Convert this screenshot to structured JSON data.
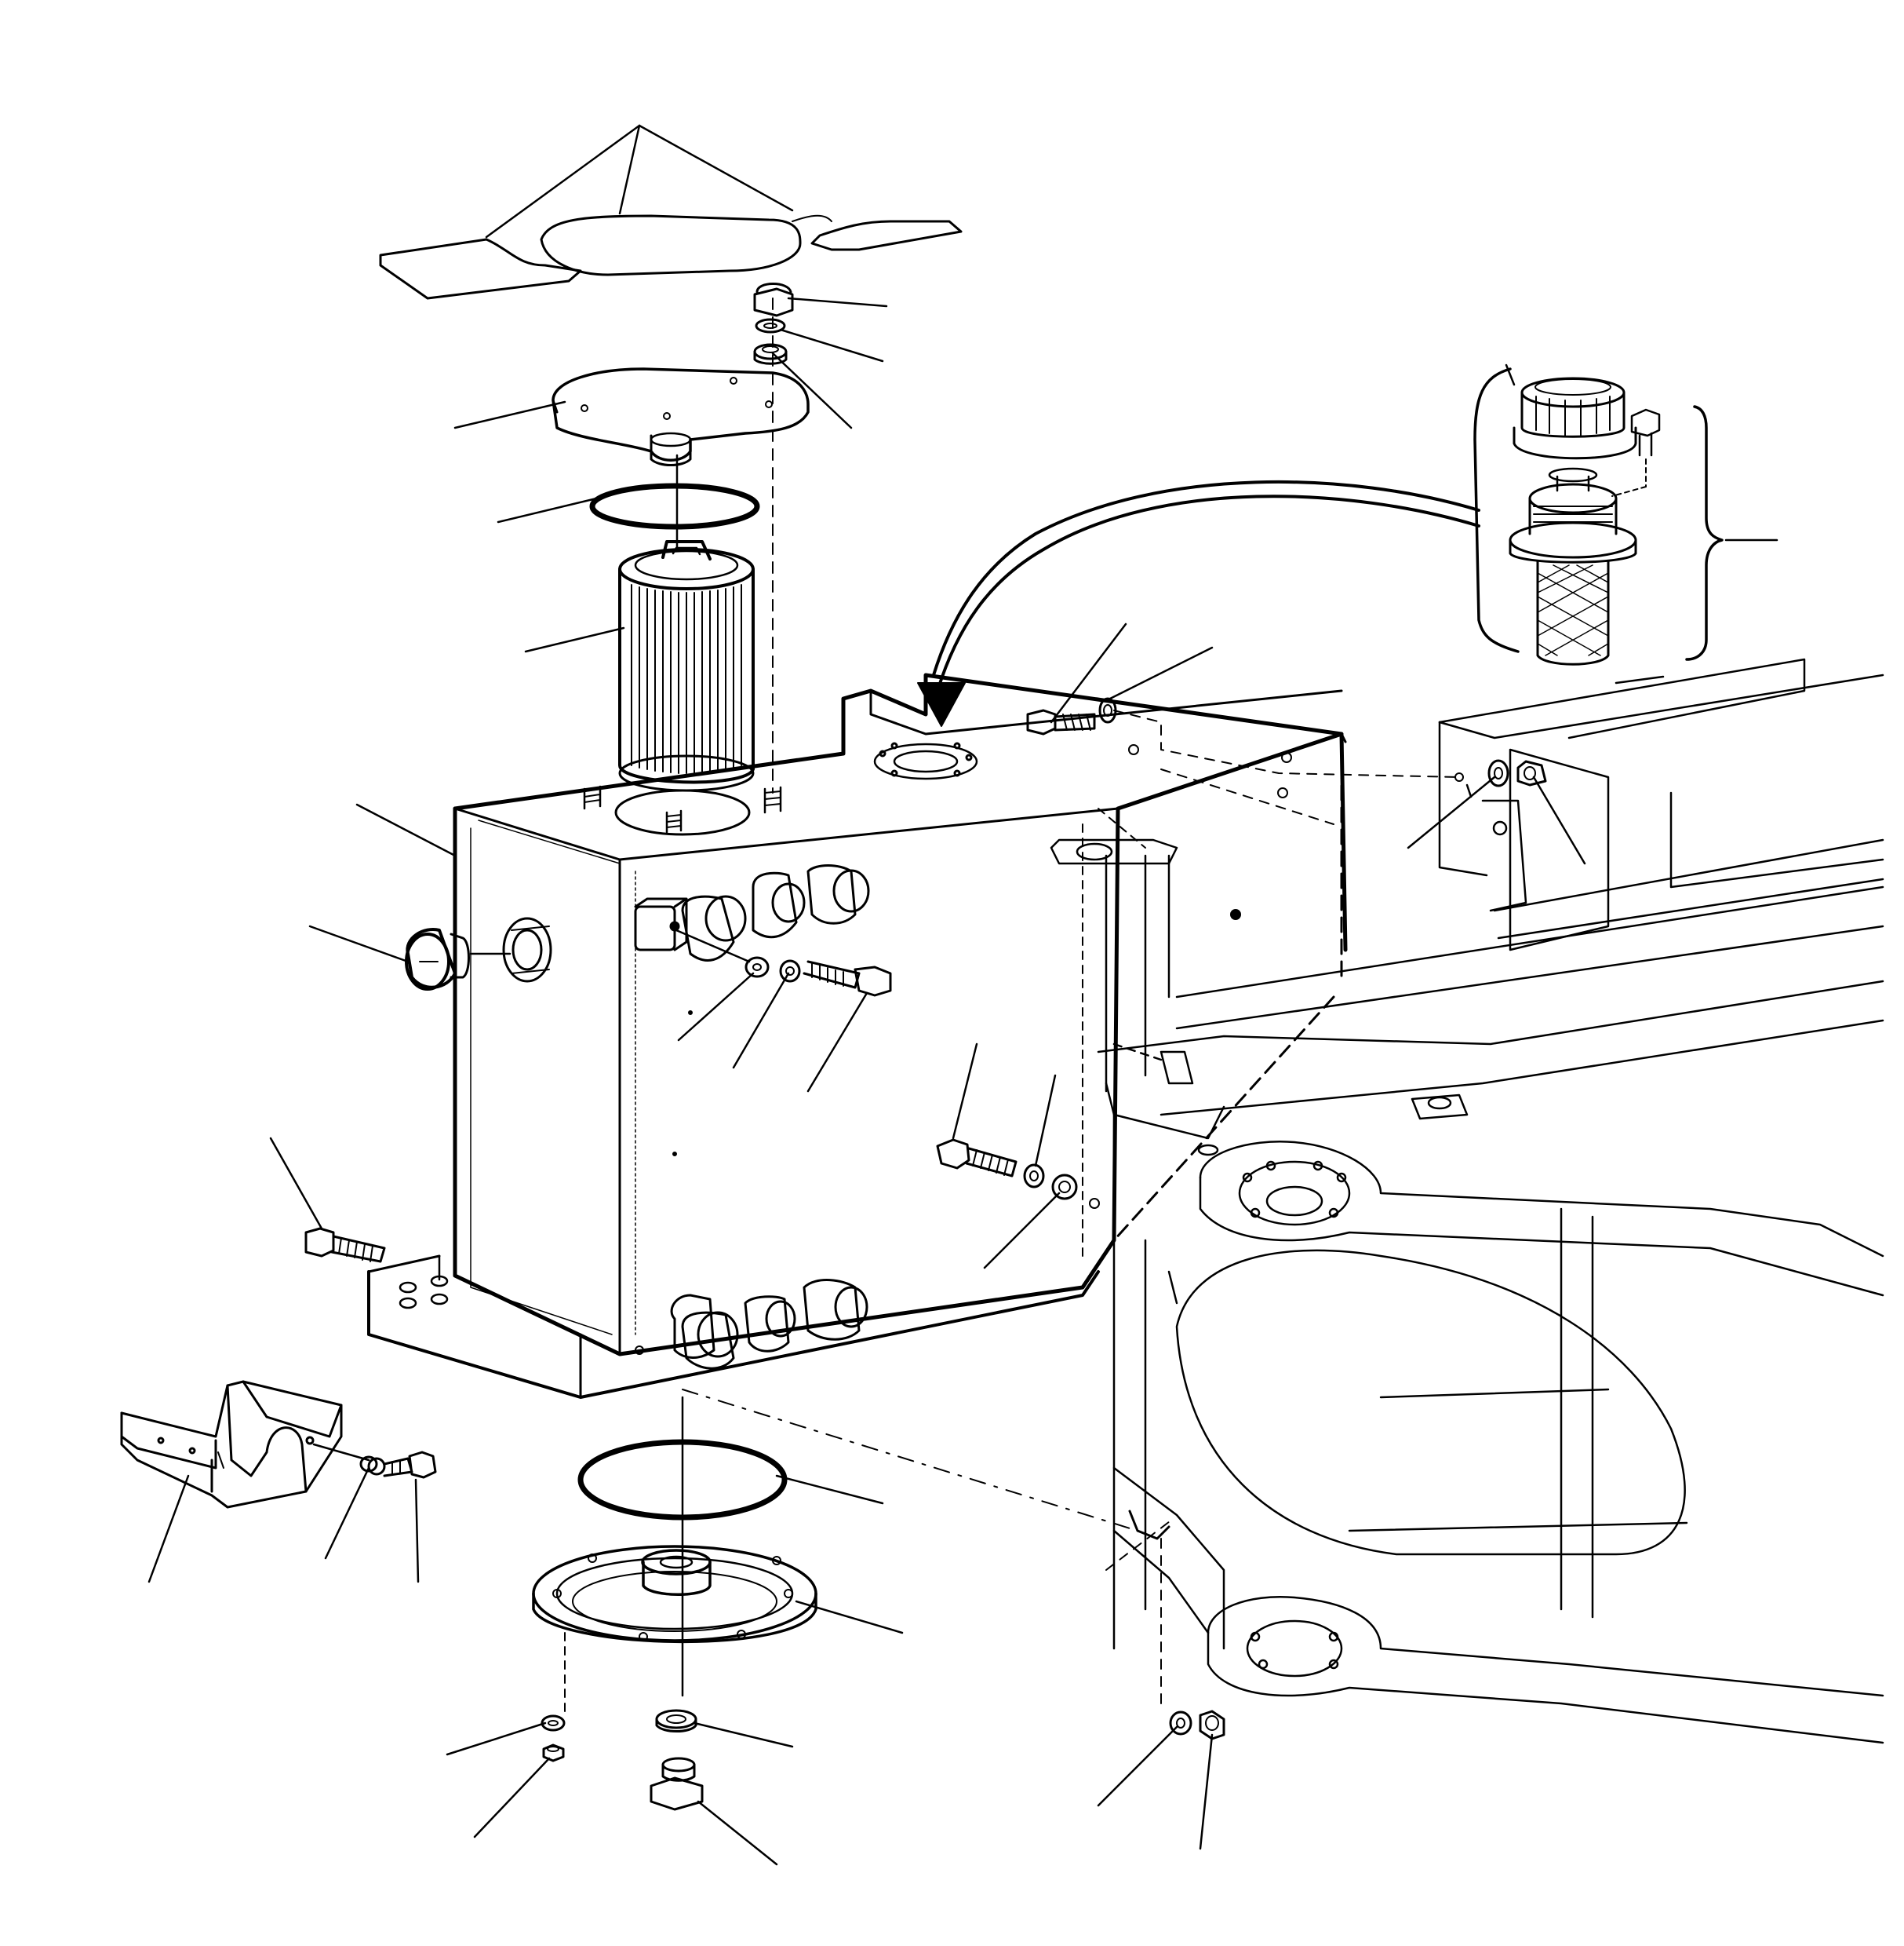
{
  "diagram": {
    "kind": "exploded-parts-view",
    "colors": {
      "line": "#000000",
      "background": "#ffffff"
    },
    "components": [
      {
        "id": "gasket-set",
        "icon": "gasket-icon"
      },
      {
        "id": "cover-plate",
        "icon": "plate-icon"
      },
      {
        "id": "o-ring-upper",
        "icon": "o-ring-icon"
      },
      {
        "id": "filter-element",
        "icon": "filter-icon"
      },
      {
        "id": "hydraulic-tank",
        "icon": "tank-icon"
      },
      {
        "id": "filler-breather-detail",
        "icon": "breather-icon"
      },
      {
        "id": "drain-plug",
        "icon": "plug-icon"
      },
      {
        "id": "guard-bracket",
        "icon": "bracket-icon"
      },
      {
        "id": "o-ring-lower",
        "icon": "o-ring-icon"
      },
      {
        "id": "bottom-flange",
        "icon": "flange-icon"
      },
      {
        "id": "chassis-frame",
        "icon": "frame-icon"
      }
    ]
  }
}
